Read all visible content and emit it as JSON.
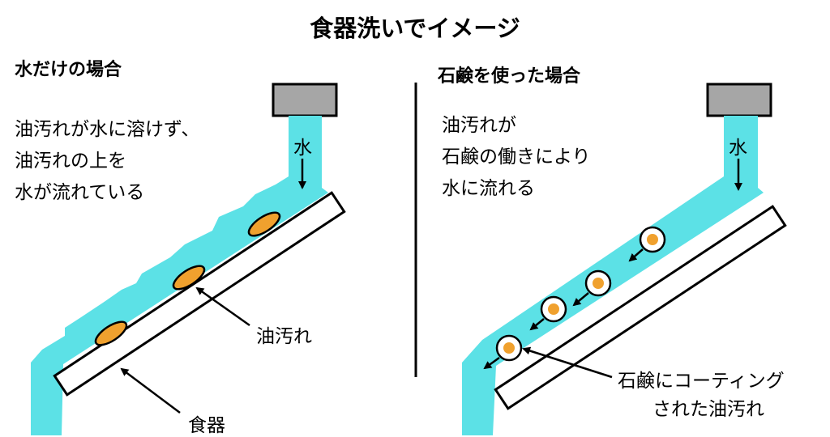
{
  "title": "食器洗いでイメージ",
  "left": {
    "heading": "水だけの場合",
    "description": [
      "油汚れが水に溶けず、",
      "油汚れの上を",
      "水が流れている"
    ],
    "water_label": "水",
    "oil_label": "油汚れ",
    "dish_label": "食器"
  },
  "right": {
    "heading": "石鹸を使った場合",
    "description": [
      "油汚れが",
      "石鹸の働きにより",
      "水に流れる"
    ],
    "water_label": "水",
    "coated_label": [
      "石鹸にコーティング",
      "された油汚れ"
    ]
  },
  "colors": {
    "water": "#5ce1e6",
    "faucet": "#a6a6a6",
    "oil": "#f0a12e"
  }
}
